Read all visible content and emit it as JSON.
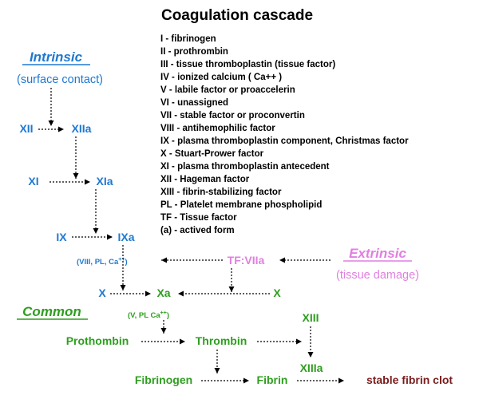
{
  "title": "Coagulation cascade",
  "legend": [
    "I - fibrinogen",
    "II - prothrombin",
    "III - tissue thromboplastin (tissue factor)",
    "IV - ionized calcium ( Ca++ )",
    "V - labile factor or proaccelerin",
    "VI - unassigned",
    "VII - stable factor or proconvertin",
    "VIII - antihemophilic factor",
    "IX - plasma thromboplastin component, Christmas factor",
    "X - Stuart-Prower factor",
    "XI - plasma thromboplastin antecedent",
    "XII - Hageman factor",
    "XIII - fibrin-stabilizing factor",
    "PL - Platelet membrane phospholipid",
    "TF - Tissue factor",
    "(a) - actived form"
  ],
  "intrinsic": {
    "title": "Intrinsic",
    "subtitle": "(surface contact)",
    "nodes": {
      "xii": "XII",
      "xiia": "XIIa",
      "xi": "XI",
      "xia": "XIa",
      "ix": "IX",
      "ixa": "IXa",
      "x": "X"
    },
    "cofactor": {
      "base": "(VIII, PL, Ca",
      "sup": "++",
      "close": ")"
    }
  },
  "extrinsic": {
    "title": "Extrinsic",
    "subtitle": "(tissue damage)",
    "nodes": {
      "tfviia": "TF:VIIa",
      "x": "X"
    }
  },
  "common": {
    "title": "Common",
    "nodes": {
      "xa": "Xa",
      "prothrombin": "Prothombin",
      "thrombin": "Thrombin",
      "fibrinogen": "Fibrinogen",
      "fibrin": "Fibrin",
      "xiii": "XIII",
      "xiiia": "XIIIa",
      "clot": "stable fibrin clot"
    },
    "cofactor": {
      "base": "(V, PL  Ca",
      "sup": "++",
      "close": ")"
    }
  },
  "colors": {
    "intrinsic": "#1f78d1",
    "extrinsic": "#e07fe0",
    "common": "#2e9e1f",
    "clot": "#7a1c1c",
    "text": "#000000"
  }
}
